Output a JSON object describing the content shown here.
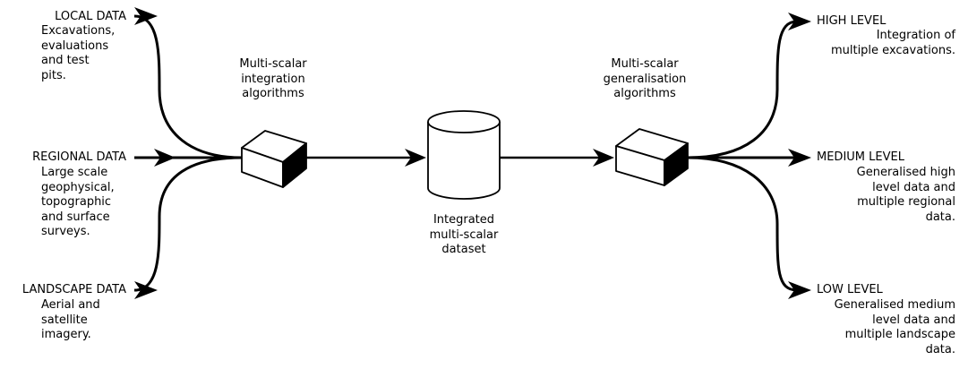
{
  "inputs": {
    "local": {
      "label": "LOCAL DATA",
      "description": "Excavations,\nevaluations\nand test\npits."
    },
    "regional": {
      "label": "REGIONAL DATA",
      "description": "Large scale\ngeophysical,\ntopographic\nand surface\nsurveys."
    },
    "landscape": {
      "label": "LANDSCAPE DATA",
      "description": "Aerial and\nsatellite\nimagery."
    }
  },
  "processes": {
    "integration": {
      "label": "Multi-scalar\nintegration\nalgorithms"
    },
    "generalisation": {
      "label": "Multi-scalar\ngeneralisation\nalgorithms"
    }
  },
  "store": {
    "label": "Integrated\nmulti-scalar\ndataset"
  },
  "outputs": {
    "high": {
      "label": "HIGH LEVEL",
      "description": "Integration of\nmultiple excavations."
    },
    "medium": {
      "label": "MEDIUM LEVEL",
      "description": "Generalised high\nlevel data and\nmultiple regional\ndata."
    },
    "low": {
      "label": "LOW LEVEL",
      "description": "Generalised medium\nlevel data and\nmultiple landscape\ndata."
    }
  }
}
